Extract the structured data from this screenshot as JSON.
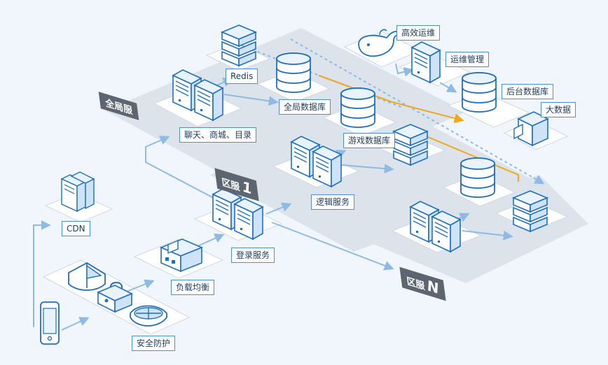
{
  "colors": {
    "background": "#f0f6fc",
    "platform": "#ffffff",
    "zone": "#dde3eb",
    "zone_tag": "#5d6670",
    "icon_stroke": "#1f6fc0",
    "icon_fill": "#e9f3fd",
    "connector": "#8dbbe6",
    "accent_orange": "#f0a818",
    "label_border": "#4a90d9"
  },
  "zones": {
    "global": {
      "label": "全局服"
    },
    "zone1": {
      "label": "区服",
      "number": "1"
    },
    "zoneN": {
      "label": "区服",
      "number": "N"
    }
  },
  "labels": {
    "ops_efficiency": "高效运维",
    "ops_management": "运维管理",
    "backend_db": "后台数据库",
    "big_data": "大数据",
    "redis": "Redis",
    "global_db": "全局数据库",
    "chat_mall_catalog": "聊天、商城、目录",
    "game_db": "游戏数据库",
    "logic_service": "逻辑服务",
    "login_service": "登录服务",
    "load_balancing": "负载均衡",
    "security": "安全防护",
    "cdn": "CDN"
  },
  "icons": {
    "whale": "docker-whale-icon",
    "server": "server-tower-icon",
    "database": "database-cylinder-icon",
    "stack": "server-stack-icon",
    "phone": "mobile-phone-icon",
    "firewall": "firewall-icon",
    "lock": "lock-icon",
    "shield": "shield-icon",
    "building": "data-center-icon",
    "cube": "big-data-cube-icon",
    "cdn": "cdn-server-icon"
  }
}
